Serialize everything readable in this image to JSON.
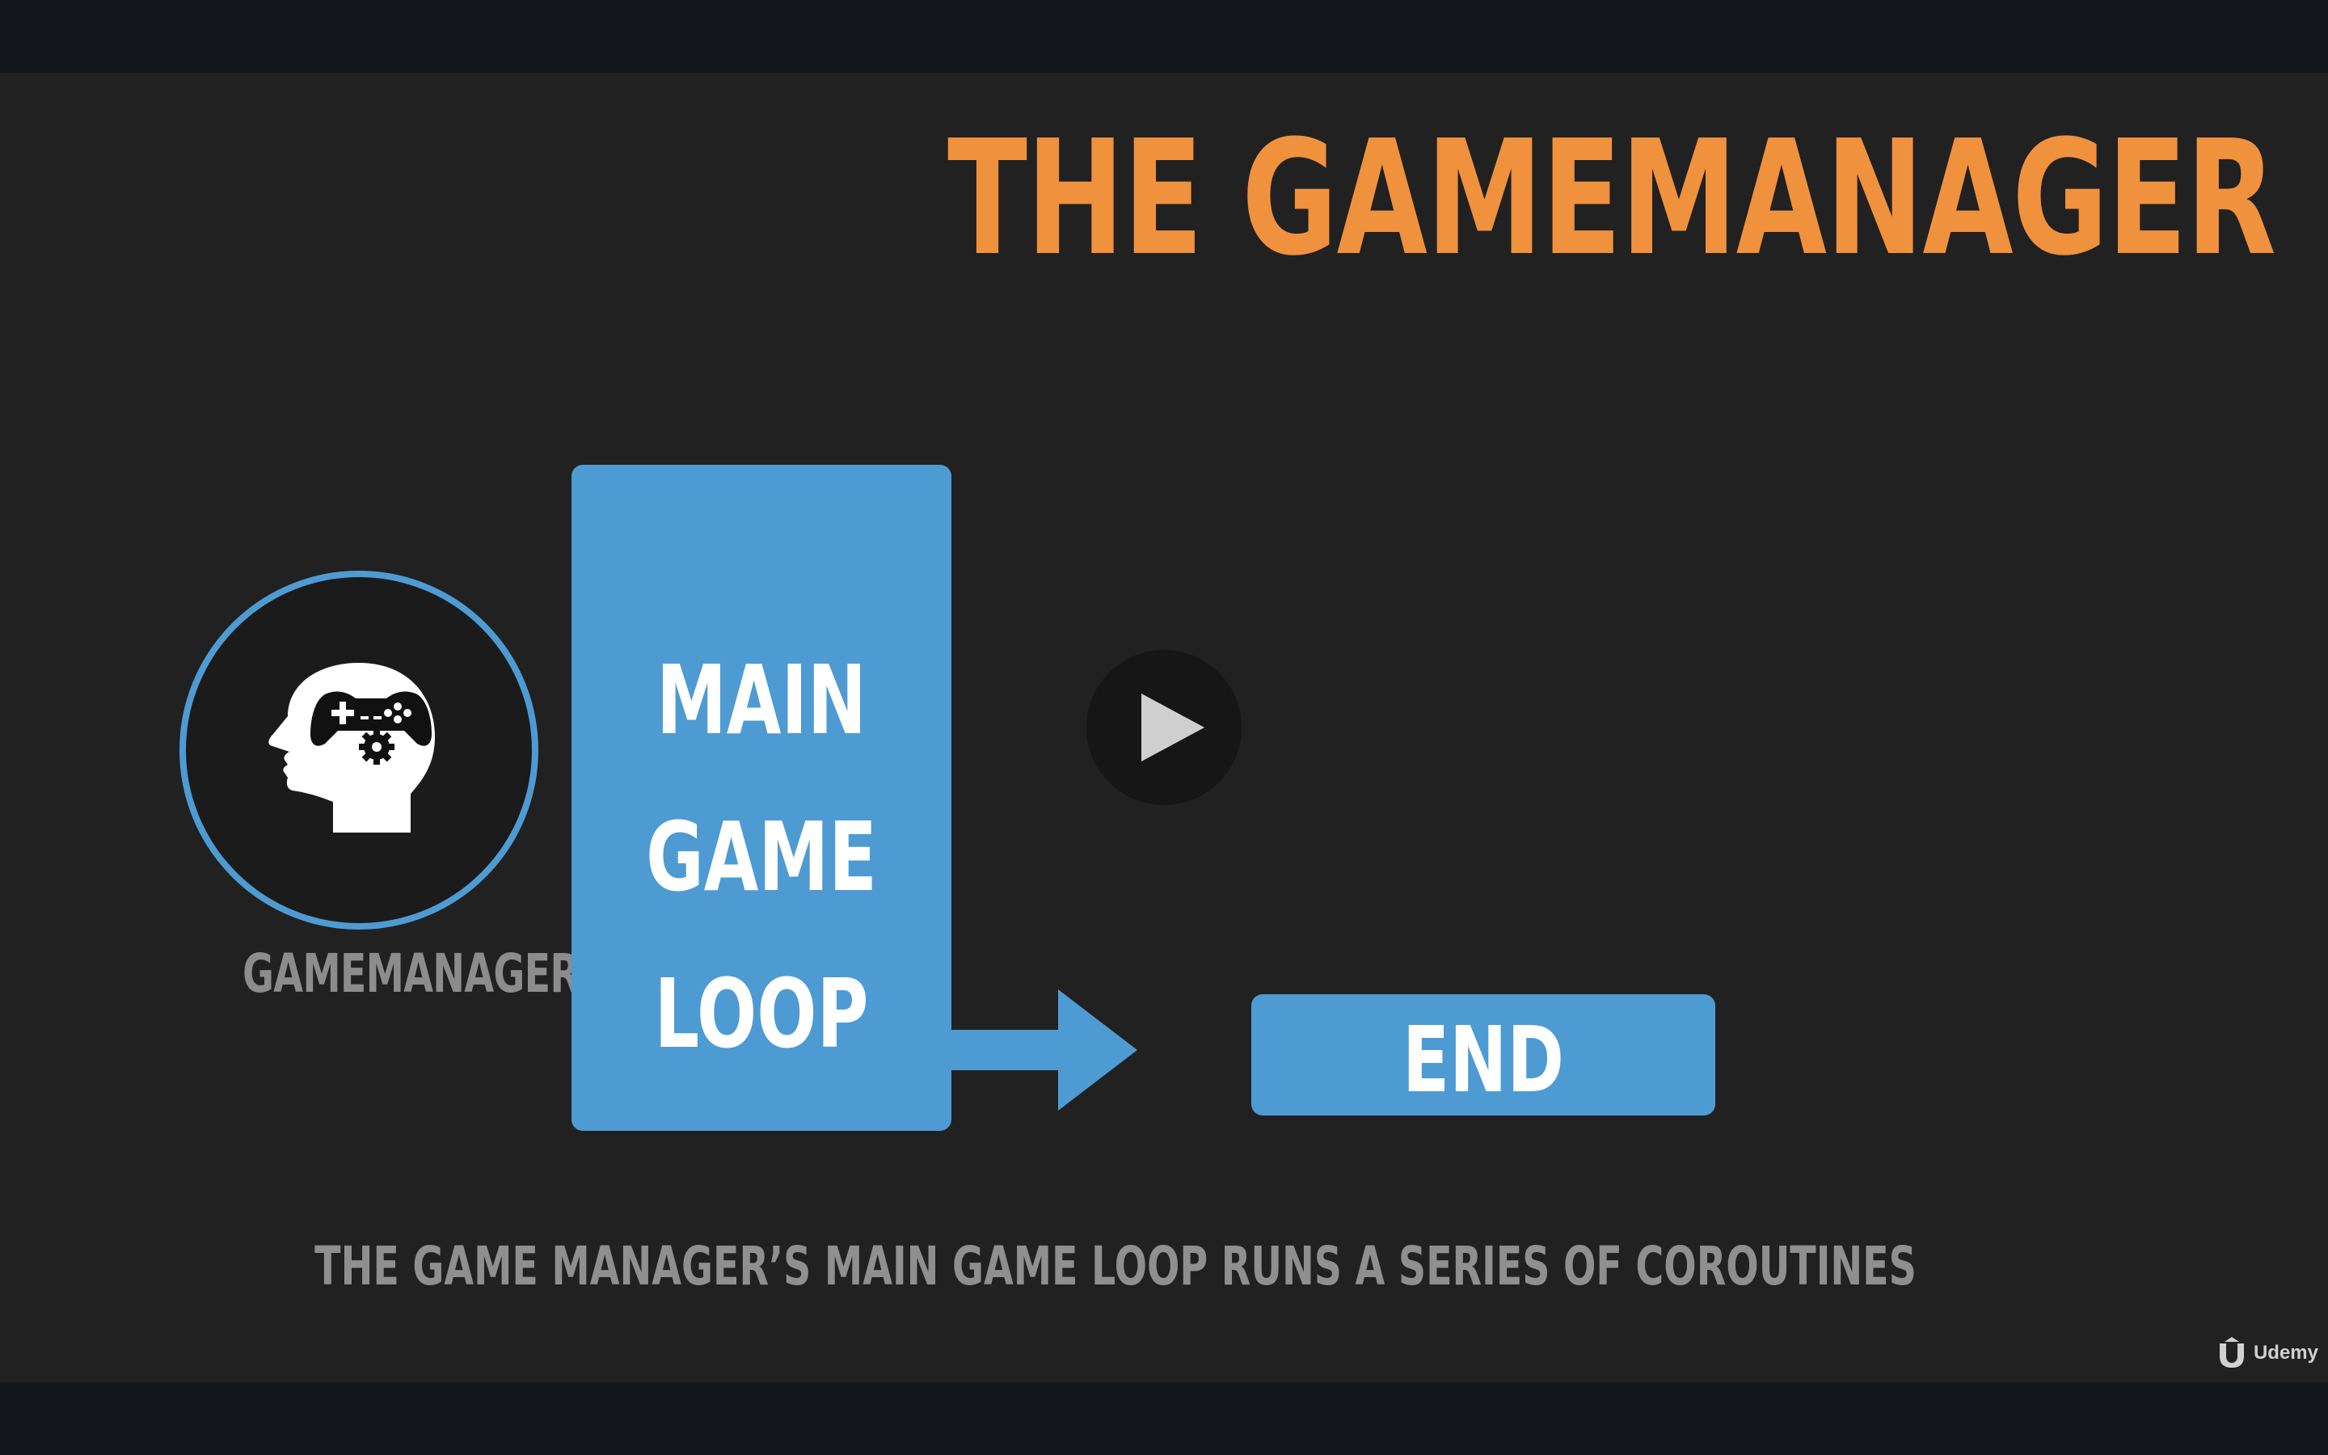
{
  "slide": {
    "title": "THE GAMEMANAGER",
    "gamemanager_label": "GAMEMANAGER",
    "loop_words": [
      "MAIN",
      "GAME",
      "LOOP"
    ],
    "end_label": "END",
    "caption": "THE GAME MANAGER’S MAIN GAME LOOP RUNS A SERIES OF COROUTINES"
  },
  "watermark": {
    "brand": "Udemy"
  },
  "icons": {
    "avatar": "head-gamepad-gear-icon",
    "play": "play-icon",
    "arrow": "arrow-right-icon",
    "brand": "udemy-logo-icon"
  },
  "colors": {
    "title": "#f0913e",
    "accent_blue": "#4e9bd3",
    "slide_bg": "#212121",
    "letterbox": "#13161a",
    "muted_text": "#8f8f8f"
  }
}
